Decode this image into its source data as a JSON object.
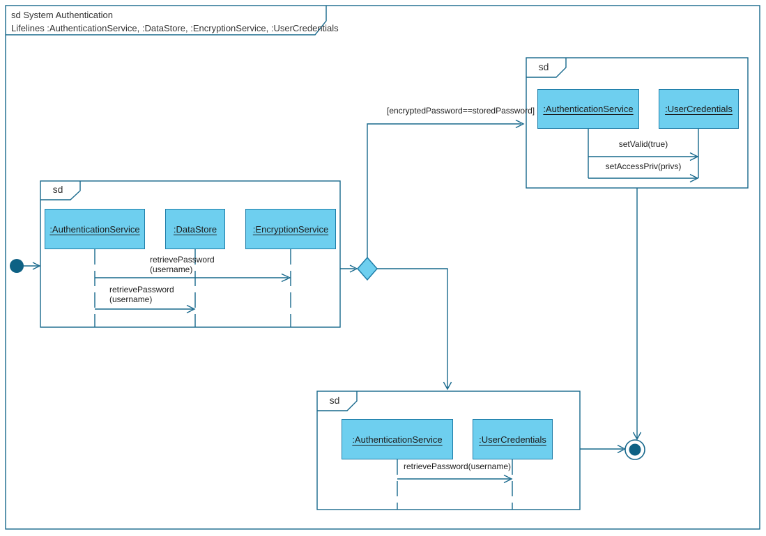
{
  "colors": {
    "line": "#17688c",
    "node_fill": "#0e6184",
    "shape_fill": "#6ecfef",
    "shape_border": "#1e7da8",
    "text": "#2e2e2e"
  },
  "frame": {
    "title": "sd System Authentication",
    "subtitle": "Lifelines :AuthenticationService, :DataStore, :EncryptionService, :UserCredentials"
  },
  "guard_label": "[encryptedPassword==storedPassword]",
  "fragments": [
    {
      "label": "sd",
      "lifelines": [
        ":AuthenticationService",
        ":DataStore",
        ":EncryptionService"
      ],
      "messages": [
        {
          "line1": "retrievePassword",
          "line2": "(username)"
        },
        {
          "line1": "retrievePassword",
          "line2": "(username)"
        }
      ]
    },
    {
      "label": "sd",
      "lifelines": [
        ":AuthenticationService",
        ":UserCredentials"
      ],
      "messages": [
        {
          "line1": "setValid(true)"
        },
        {
          "line1": "setAccessPriv(privs)"
        }
      ]
    },
    {
      "label": "sd",
      "lifelines": [
        ":AuthenticationService",
        ":UserCredentials"
      ],
      "messages": [
        {
          "line1": "retrievePassword(username)"
        }
      ]
    }
  ]
}
